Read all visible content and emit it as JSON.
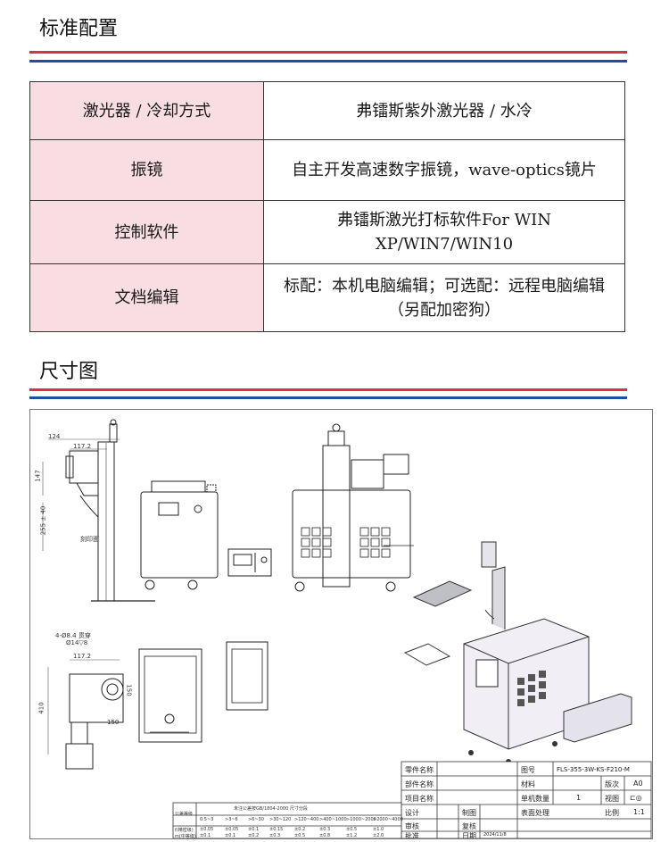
{
  "sections": {
    "config_title": "标准配置",
    "dims_title": "尺寸图"
  },
  "colors": {
    "accent_red": "#d6353a",
    "accent_blue": "#1e4fa3",
    "key_cell_bg": "#f8dde3"
  },
  "spec_rows": [
    {
      "key": "激光器 / 冷却方式",
      "value": "弗镭斯紫外激光器 / 水冷"
    },
    {
      "key": "振镜",
      "value": "自主开发高速数字振镜，wave-optics镜片"
    },
    {
      "key": "控制软件",
      "value": "弗镭斯激光打标软件For WIN XP/WIN7/WIN10"
    },
    {
      "key": "文档编辑",
      "value": "标配：本机电脑编辑；可选配：远程电脑编辑（另配加密狗）"
    }
  ],
  "dimensions": {
    "d124": "124",
    "d117_2a": "117.2",
    "d147": "147",
    "d255": "255 ± 40",
    "worktable": "刻印面",
    "holes": "4-Ø8.4 贯穿",
    "cbore": "Ø14▽8",
    "d117_2b": "117.2",
    "d410": "410",
    "d150a": "150",
    "d150b": "150"
  },
  "title_block": {
    "part_name_label": "零件名称",
    "part_no_label": "部件名称",
    "project_label": "项目名称",
    "design_label": "设计",
    "review_label": "审核",
    "approve_label": "批准",
    "draw_label": "制图",
    "check_label": "复核",
    "date_label": "日期",
    "date_value": "2024/11/8",
    "drawing_no_label": "图号",
    "drawing_no_value": "FLS-355-3W-KS-F210-M",
    "material_label": "材料",
    "qty_label": "单机数量",
    "qty_value": "1",
    "surface_label": "表面处理",
    "version_label": "版次",
    "version_value": "A0",
    "view_label": "视图",
    "scale_label": "比例",
    "scale_value": "1:1"
  },
  "tolerance_table": {
    "title": "未注公差按GB/1804-2000 尺寸分段",
    "grade_label": "公差等级",
    "ranges": [
      "0.5~3",
      ">3~6",
      ">6~30",
      ">30~120",
      ">120~400",
      ">400~1000",
      ">1000~2000",
      ">2000~4000"
    ],
    "rows": [
      {
        "label": "f(精密级)",
        "values": [
          "±0.05",
          "±0.05",
          "±0.1",
          "±0.15",
          "±0.2",
          "±0.3",
          "±0.5",
          "±1.0"
        ]
      },
      {
        "label": "m(中等级)",
        "values": [
          "±0.1",
          "±0.1",
          "±0.2",
          "±0.3",
          "±0.5",
          "±0.8",
          "±1.2",
          "±2.0"
        ]
      }
    ]
  }
}
